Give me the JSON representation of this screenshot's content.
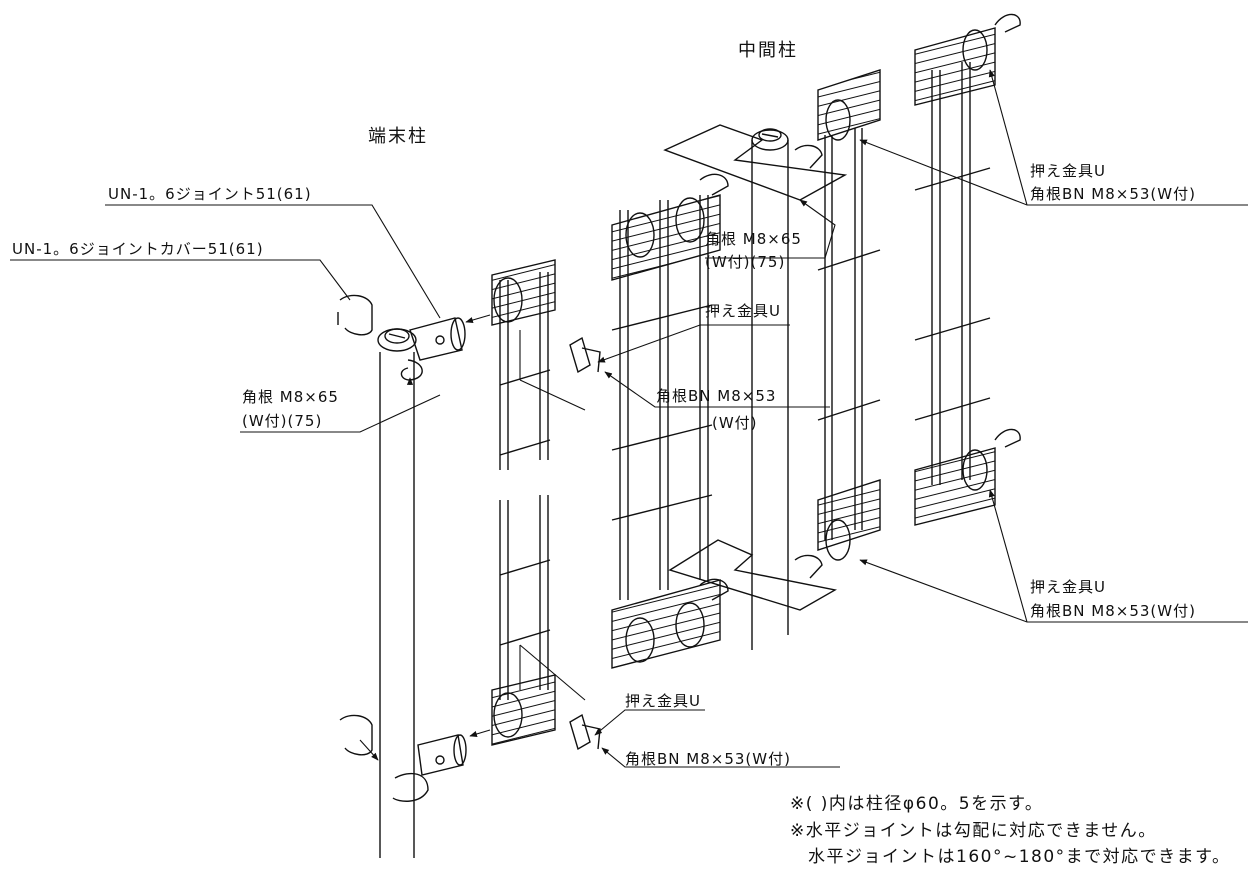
{
  "titles": {
    "end_post": "端末柱",
    "middle_post": "中間柱"
  },
  "labels": {
    "joint": "UN-1。6ジョイント51(61)",
    "joint_cover": "UN-1。6ジョイントカバー51(61)",
    "bolt_end_line1": "角根 M8×65",
    "bolt_end_line2": "(W付)(75)",
    "bolt_mid_line1": "角根 M8×65",
    "bolt_mid_line2": "(W付)(75)",
    "clamp_center": "押え金具U",
    "bolt_center_line1": "角根BN M8×53",
    "bolt_center_line2": "(W付)",
    "clamp_bottom": "押え金具U",
    "bolt_bottom": "角根BN M8×53(W付)",
    "clamp_right_top": "押え金具U",
    "bolt_right_top": "角根BN M8×53(W付)",
    "clamp_right_mid": "押え金具U",
    "bolt_right_mid": "角根BN M8×53(W付)"
  },
  "notes": [
    "※( )内は柱径φ60。5を示す。",
    "※水平ジョイントは勾配に対応できません。",
    "水平ジョイントは160°~180°まで対応できます。"
  ],
  "colors": {
    "line": "#111111",
    "background": "#ffffff"
  }
}
